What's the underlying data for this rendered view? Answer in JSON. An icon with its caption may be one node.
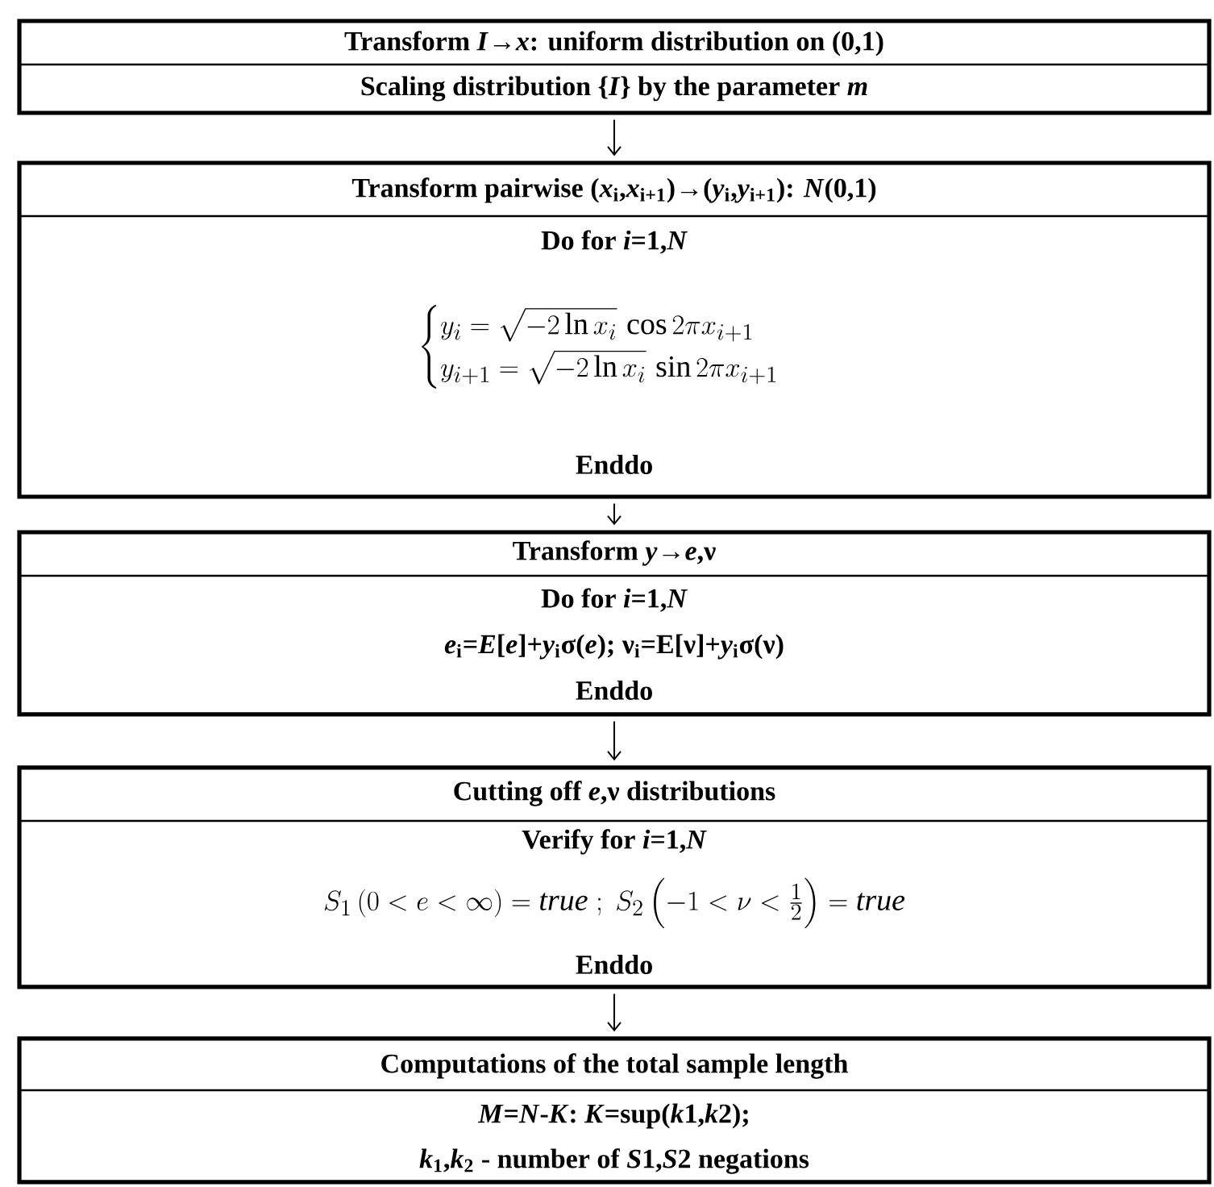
{
  "diagram": {
    "nodes": [
      {
        "text": [
          "Transform *I*→*x*: uniform distribution on (0,1)",
          "Scaling distribution {*I*} by the parameter *m*"
        ]
      },
      {
        "text": [
          "Transform pairwise (*x*$_{i}$,*x*$_{i+1}$)→(*y*$_{i}$,*y*$_{i+1}$): *N*(0,1)",
          "Do for *i*=1,*N*",
          "\\begin{cases} y_i = \\sqrt{-2\\ln x_i}\\,\\cos 2\\pi x_{i+1} \\\\ y_{i+1} = \\sqrt{-2\\ln x_i}\\,\\sin 2\\pi x_{i+1} \\end{cases}",
          "Enddo"
        ]
      },
      {
        "text": [
          "Transform *y*→*e*,ν",
          "Do for *i*=1,*N*",
          "*e*$_{i}$=*E*[*e*]+*y*$_{i}$σ(*e*); ν$_{i}$=E[ν]+*y*$_{i}$σ(ν)",
          "Enddo"
        ]
      },
      {
        "text": [
          "Cutting off *e*,ν distributions",
          "Verify for *i*=1,*N*",
          "S_1\\left(0<e<\\infty\\right)=\\mathit{true}\\;;\\; S_2\\left(-1<\\nu<\\tfrac{1}{2}\\right)=\\mathit{true}",
          "Enddo"
        ]
      },
      {
        "text": [
          "Computations of the total sample length",
          "\\textbf{\\textit{M}=\\textit{N}-\\textit{K}: \\textit{K}=sup(\\textit{k}1,\\textit{k}2);}",
          "\\textbf{\\textit{k}\\textsubscript{1},\\textit{k}\\textsubscript{2} - number of \\textit{S}1,\\textit{S}2 negations}"
        ]
      }
    ],
    "edges": [
      {
        "from": 0,
        "to": 1,
        "arrow": "to"
      },
      {
        "from": 1,
        "to": 2,
        "arrow": "to"
      },
      {
        "from": 2,
        "to": 3,
        "arrow": "to"
      },
      {
        "from": 3,
        "to": 4,
        "arrow": "to"
      }
    ]
  }
}
